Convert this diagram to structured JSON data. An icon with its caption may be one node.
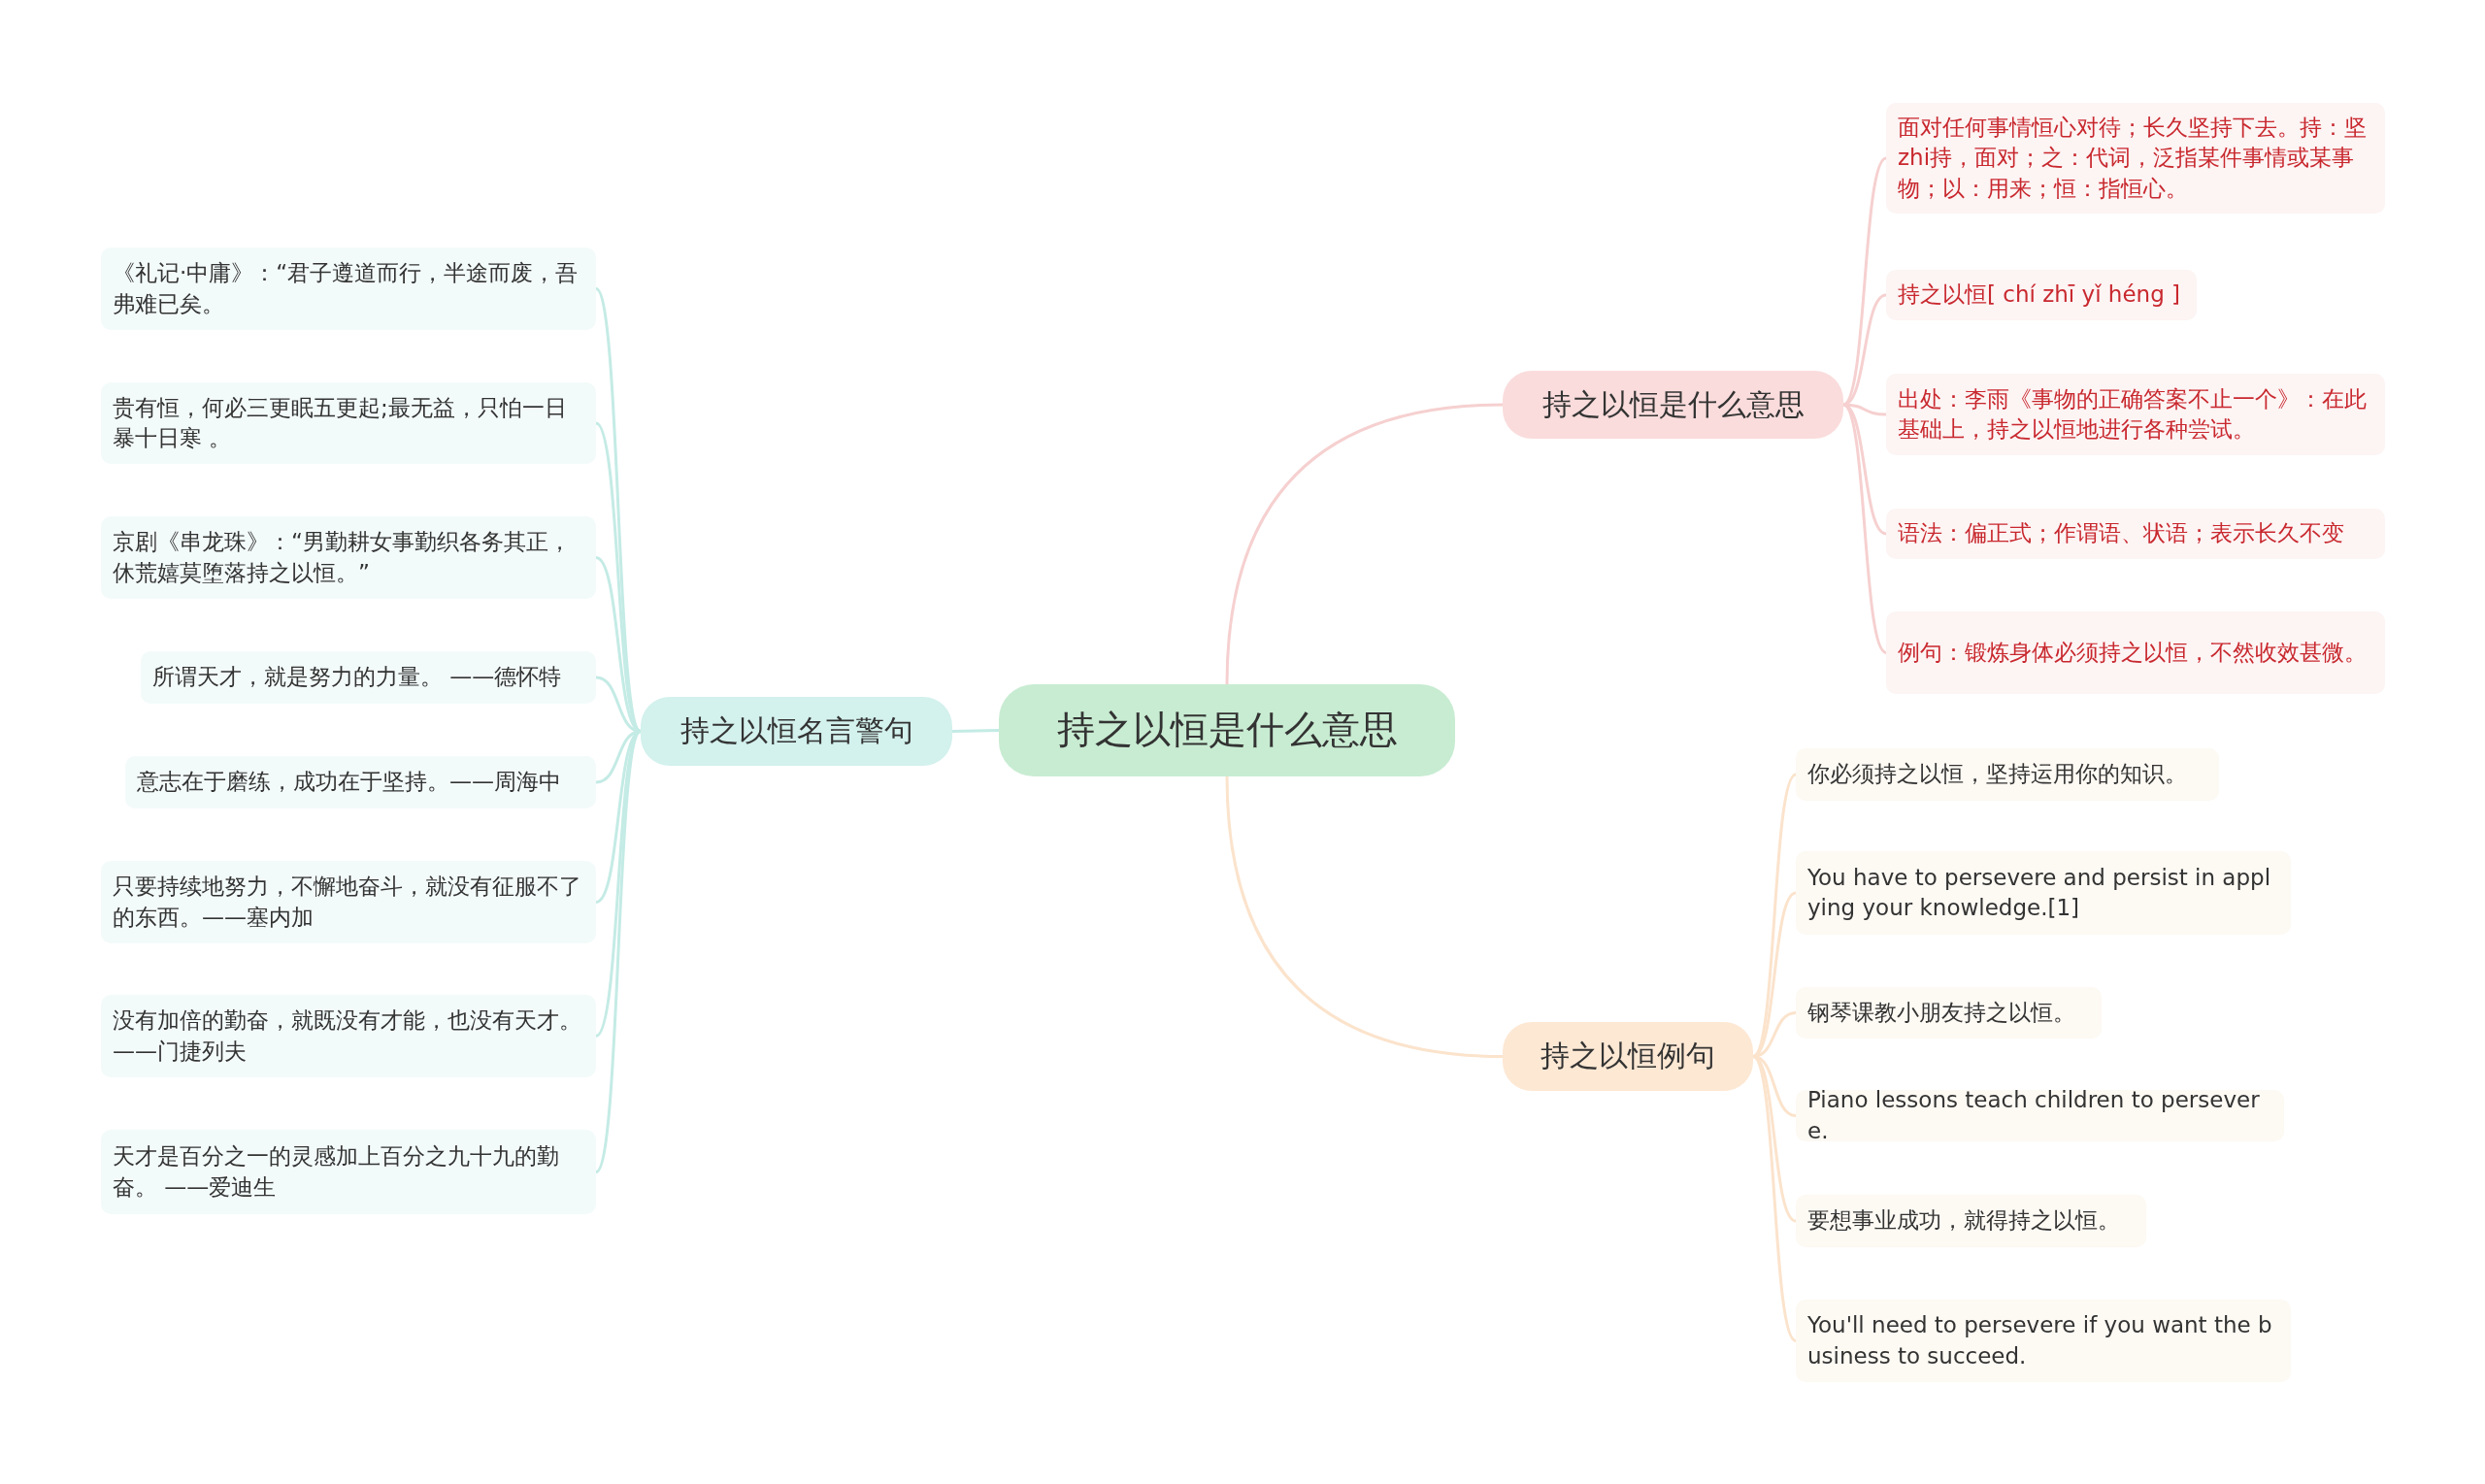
{
  "diagram": {
    "nodes": [
      {
        "text": [
          "持之以恒是什么意思"
        ]
      },
      {
        "text": [
          "持之以恒是什么意思"
        ]
      },
      {
        "text": [
          "面对任何事情恒心对待；长久坚持下去。持：坚zhi持，面对；之：代词，泛指某件事情或某事物；以：用来；恒：指恒心。"
        ]
      },
      {
        "text": [
          "持之以恒[ chí zhī yǐ héng ]"
        ]
      },
      {
        "text": [
          "出处：李雨《事物的正确答案不止一个》：在此基础上，持之以恒地进行各种尝试。"
        ]
      },
      {
        "text": [
          "语法：偏正式；作谓语、状语；表示长久不变"
        ]
      },
      {
        "text": [
          "例句：锻炼身体必须持之以恒，不然收效甚微。"
        ]
      },
      {
        "text": [
          "持之以恒名言警句"
        ]
      },
      {
        "text": [
          "《礼记·中庸》：“君子遵道而行，半途而废，吾弗难已矣。"
        ]
      },
      {
        "text": [
          "贵有恒，何必三更眠五更起;最无益，只怕一日暴十日寒 。"
        ]
      },
      {
        "text": [
          "京剧《串龙珠》：“男勤耕女事勤织各务其正，休荒嬉莫堕落持之以恒。”"
        ]
      },
      {
        "text": [
          "所谓天才，就是努力的力量。 ——德怀特"
        ]
      },
      {
        "text": [
          "意志在于磨练，成功在于坚持。——周海中"
        ]
      },
      {
        "text": [
          "只要持续地努力，不懈地奋斗，就没有征服不了的东西。——塞内加"
        ]
      },
      {
        "text": [
          "没有加倍的勤奋，就既没有才能，也没有天才。 ——门捷列夫"
        ]
      },
      {
        "text": [
          "天才是百分之一的灵感加上百分之九十九的勤奋。 ——爱迪生"
        ]
      },
      {
        "text": [
          "持之以恒例句"
        ]
      },
      {
        "text": [
          "你必须持之以恒，坚持运用你的知识。"
        ]
      },
      {
        "text": [
          "You have to persevere and persist in applying your knowledge.[1]"
        ]
      },
      {
        "text": [
          "钢琴课教小朋友持之以恒。"
        ]
      },
      {
        "text": [
          "Piano lessons teach children to persevere."
        ]
      },
      {
        "text": [
          "要想事业成功，就得持之以恒。"
        ]
      },
      {
        "text": [
          "You'll need to persevere if you want the business to succeed."
        ]
      }
    ],
    "edges": [
      {
        "from": 0,
        "to": 1,
        "arrow": "none",
        "color": "#f6d0d0"
      },
      {
        "from": 1,
        "to": 2,
        "arrow": "none",
        "color": "#f6d0d0"
      },
      {
        "from": 1,
        "to": 3,
        "arrow": "none",
        "color": "#f6d0d0"
      },
      {
        "from": 1,
        "to": 4,
        "arrow": "none",
        "color": "#f6d0d0"
      },
      {
        "from": 1,
        "to": 5,
        "arrow": "none",
        "color": "#f6d0d0"
      },
      {
        "from": 1,
        "to": 6,
        "arrow": "none",
        "color": "#f6d0d0"
      },
      {
        "from": 0,
        "to": 7,
        "arrow": "none",
        "color": "#c4ebe5"
      },
      {
        "from": 7,
        "to": 8,
        "arrow": "none",
        "color": "#c4ebe5"
      },
      {
        "from": 7,
        "to": 9,
        "arrow": "none",
        "color": "#c4ebe5"
      },
      {
        "from": 7,
        "to": 10,
        "arrow": "none",
        "color": "#c4ebe5"
      },
      {
        "from": 7,
        "to": 11,
        "arrow": "none",
        "color": "#c4ebe5"
      },
      {
        "from": 7,
        "to": 12,
        "arrow": "none",
        "color": "#c4ebe5"
      },
      {
        "from": 7,
        "to": 13,
        "arrow": "none",
        "color": "#c4ebe5"
      },
      {
        "from": 7,
        "to": 14,
        "arrow": "none",
        "color": "#c4ebe5"
      },
      {
        "from": 7,
        "to": 15,
        "arrow": "none",
        "color": "#c4ebe5"
      },
      {
        "from": 0,
        "to": 16,
        "arrow": "none",
        "color": "#fbe3cc"
      },
      {
        "from": 16,
        "to": 17,
        "arrow": "none",
        "color": "#fbe3cc"
      },
      {
        "from": 16,
        "to": 18,
        "arrow": "none",
        "color": "#fbe3cc"
      },
      {
        "from": 16,
        "to": 19,
        "arrow": "none",
        "color": "#fbe3cc"
      },
      {
        "from": 16,
        "to": 20,
        "arrow": "none",
        "color": "#fbe3cc"
      },
      {
        "from": 16,
        "to": 21,
        "arrow": "none",
        "color": "#fbe3cc"
      },
      {
        "from": 16,
        "to": 22,
        "arrow": "none",
        "color": "#fbe3cc"
      }
    ]
  }
}
